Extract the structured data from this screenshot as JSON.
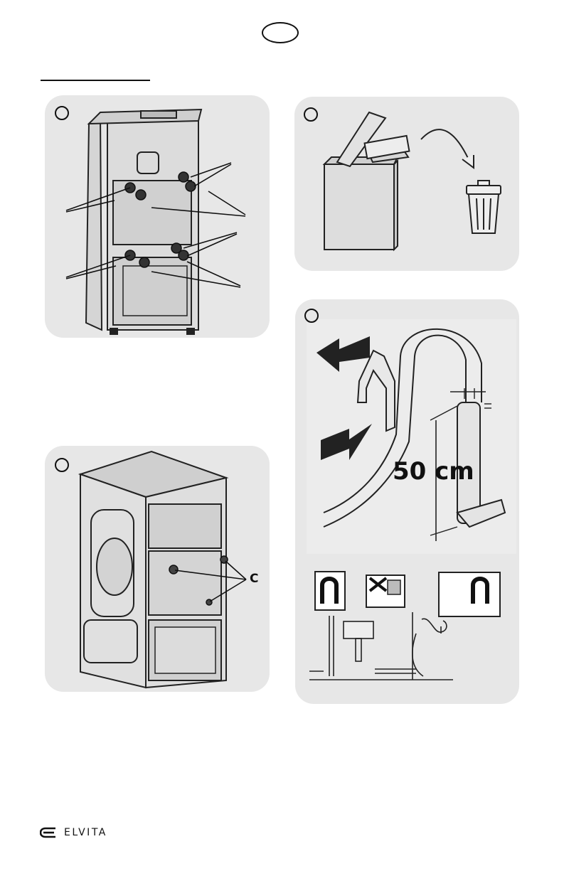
{
  "header": {
    "language_code": ""
  },
  "figures": {
    "packaging_bolts": {},
    "remove_cover": {},
    "bolt_caps": {
      "callout_label": "C"
    },
    "drain_hose": {
      "height_label": "50 cm"
    }
  },
  "footer": {
    "brand_name": "ELVITA"
  }
}
